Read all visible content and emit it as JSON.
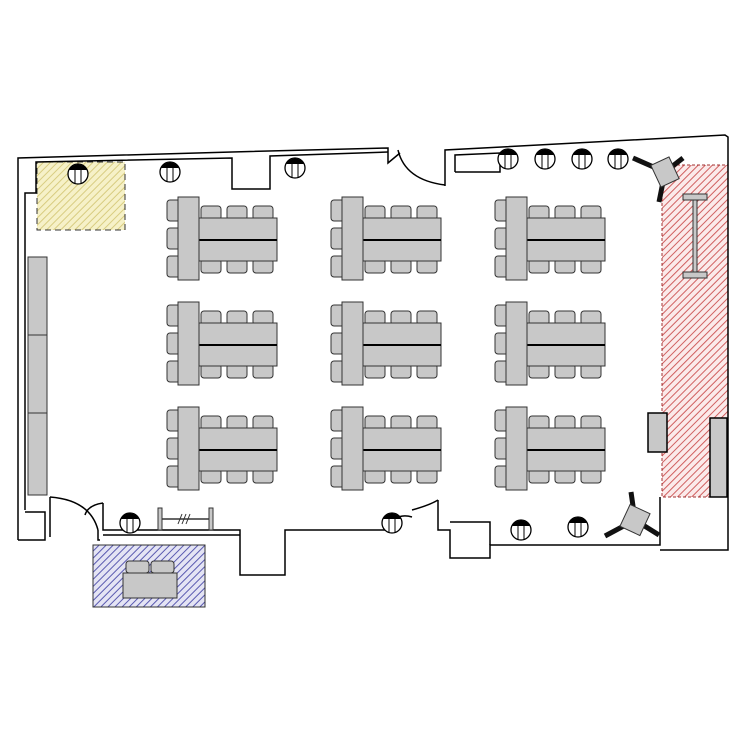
{
  "colors": {
    "wall": "#000000",
    "furniture_fill": "#c8c8c8",
    "furniture_stroke": "#333333",
    "zone_yellow": "#e8e0a0",
    "zone_blue": "#5a5ab0",
    "zone_red": "#d06060"
  },
  "layout": {
    "table_cluster_rows": 3,
    "table_cluster_cols": 3,
    "side_chairs_per_cluster": 3,
    "front_chairs_per_side": 3
  }
}
